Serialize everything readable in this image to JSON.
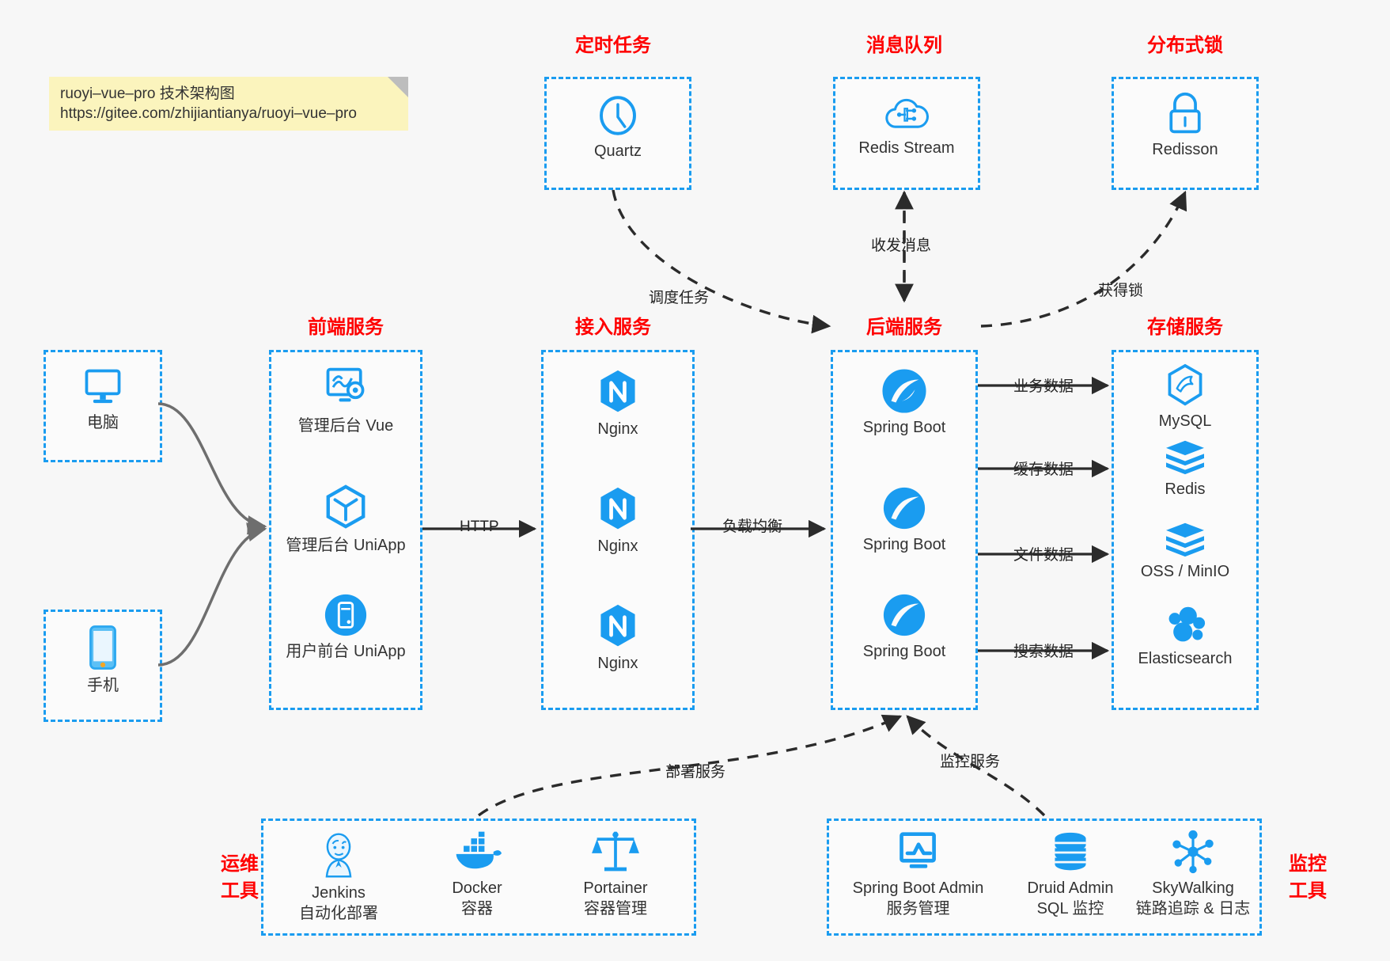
{
  "note": {
    "line1": "ruoyi–vue–pro 技术架构图",
    "line2": "https://gitee.com/zhijiantianya/ruoyi–vue–pro"
  },
  "captions": {
    "scheduler": "定时任务",
    "mq": "消息队列",
    "lock": "分布式锁",
    "frontend": "前端服务",
    "gateway": "接入服务",
    "backend": "后端服务",
    "storage": "存储服务",
    "devops_l1": "运维",
    "devops_l2": "工具",
    "monitor_l1": "监控",
    "monitor_l2": "工具"
  },
  "colors": {
    "accent": "#1a9cf0",
    "caption": "#ff0000",
    "note_bg": "#fbf4bd",
    "page_bg": "#f7f7f7",
    "edge": "#2b2b2b"
  },
  "clients": [
    {
      "icon": "desktop-icon",
      "label": "电脑"
    },
    {
      "icon": "phone-icon",
      "label": "手机"
    }
  ],
  "scheduler": {
    "icon": "clock-icon",
    "label": "Quartz"
  },
  "mq": {
    "icon": "cloud-stream-icon",
    "label": "Redis Stream"
  },
  "lock": {
    "icon": "lock-icon",
    "label": "Redisson"
  },
  "frontend": [
    {
      "icon": "dashboard-vue-icon",
      "label": "管理后台 Vue"
    },
    {
      "icon": "uniapp-cube-icon",
      "label": "管理后台 UniApp"
    },
    {
      "icon": "mobile-app-icon",
      "label": "用户前台 UniApp"
    }
  ],
  "gateway": [
    {
      "icon": "nginx-icon",
      "label": "Nginx"
    },
    {
      "icon": "nginx-icon",
      "label": "Nginx"
    },
    {
      "icon": "nginx-icon",
      "label": "Nginx"
    }
  ],
  "backend": [
    {
      "icon": "spring-boot-icon",
      "label": "Spring Boot"
    },
    {
      "icon": "spring-boot-icon",
      "label": "Spring Boot"
    },
    {
      "icon": "spring-boot-icon",
      "label": "Spring Boot"
    }
  ],
  "storage": [
    {
      "icon": "mysql-icon",
      "label": "MySQL"
    },
    {
      "icon": "redis-icon",
      "label": "Redis"
    },
    {
      "icon": "oss-minio-icon",
      "label": "OSS / MinIO"
    },
    {
      "icon": "elasticsearch-icon",
      "label": "Elasticsearch"
    }
  ],
  "devops": [
    {
      "icon": "jenkins-icon",
      "label": "Jenkins",
      "sub": "自动化部署"
    },
    {
      "icon": "docker-icon",
      "label": "Docker",
      "sub": "容器"
    },
    {
      "icon": "portainer-icon",
      "label": "Portainer",
      "sub": "容器管理"
    }
  ],
  "monitor": [
    {
      "icon": "spring-boot-admin-icon",
      "label": "Spring Boot Admin",
      "sub": "服务管理"
    },
    {
      "icon": "druid-db-icon",
      "label": "Druid Admin",
      "sub": "SQL 监控"
    },
    {
      "icon": "skywalking-icon",
      "label": "SkyWalking",
      "sub": "链路追踪 & 日志"
    }
  ],
  "edges": {
    "http": "HTTP",
    "load_balance": "负载均衡",
    "schedule_task": "调度任务",
    "send_receive_msg": "收发消息",
    "acquire_lock": "获得锁",
    "business_data": "业务数据",
    "cache_data": "缓存数据",
    "file_data": "文件数据",
    "search_data": "搜索数据",
    "deploy_service": "部署服务",
    "monitor_service": "监控服务"
  }
}
